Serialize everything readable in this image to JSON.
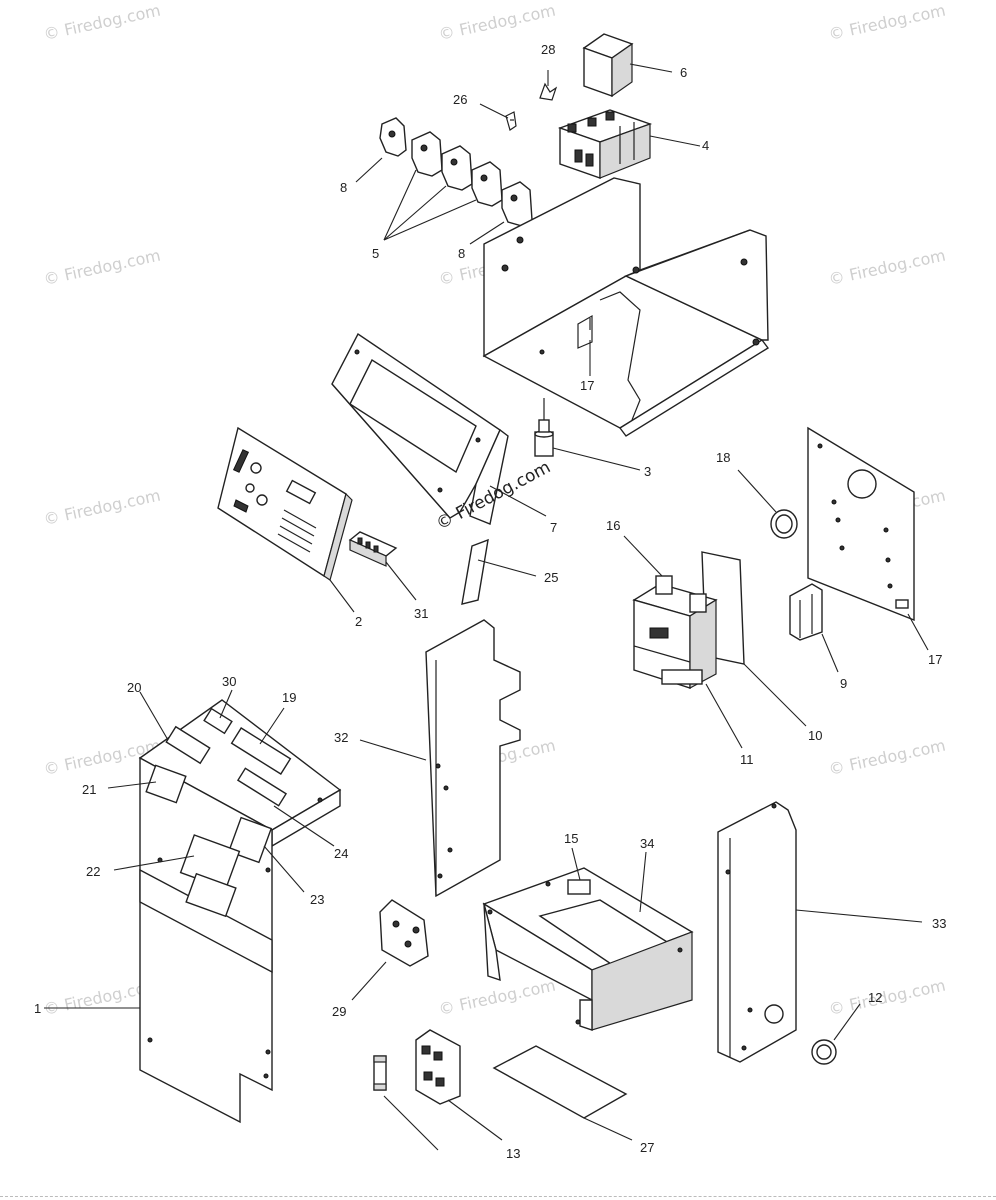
{
  "watermark": {
    "text": "© Firedog.com"
  },
  "center_watermark": {
    "text": "© Firedog.com"
  },
  "callouts": {
    "c28": "28",
    "c6": "6",
    "c26": "26",
    "c4": "4",
    "c8a": "8",
    "c5": "5",
    "c8b": "8",
    "c17a": "17",
    "c3": "3",
    "c7": "7",
    "c18": "18",
    "c2": "2",
    "c31": "31",
    "c25": "25",
    "c16": "16",
    "c17b": "17",
    "c9": "9",
    "c20": "20",
    "c30": "30",
    "c19": "19",
    "c32": "32",
    "c10": "10",
    "c11": "11",
    "c21": "21",
    "c24": "24",
    "c22": "22",
    "c23": "23",
    "c15": "15",
    "c34": "34",
    "c33": "33",
    "c1": "1",
    "c29": "29",
    "c12": "12",
    "c13": "13",
    "c27": "27"
  }
}
